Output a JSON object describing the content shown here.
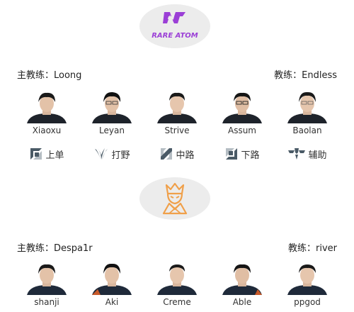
{
  "team1": {
    "logo_text": "RARE ATOM",
    "head_coach": "主教练：Loong",
    "coach": "教练：Endless",
    "players": [
      "Xiaoxu",
      "Leyan",
      "Strive",
      "Assum",
      "Baolan"
    ]
  },
  "roles": {
    "top": "上单",
    "jungle": "打野",
    "mid": "中路",
    "bot": "下路",
    "support": "辅助"
  },
  "team2": {
    "head_coach": "主教练：Despa1r",
    "coach": "教练：river",
    "players": [
      "shanji",
      "Aki",
      "Creme",
      "Able",
      "ppgod"
    ]
  },
  "colors": {
    "rare_atom_purple": "#9b3fd6",
    "team2_orange": "#f0a04a",
    "role_icon": "#4a5a66",
    "logo_bg": "#ececec"
  }
}
